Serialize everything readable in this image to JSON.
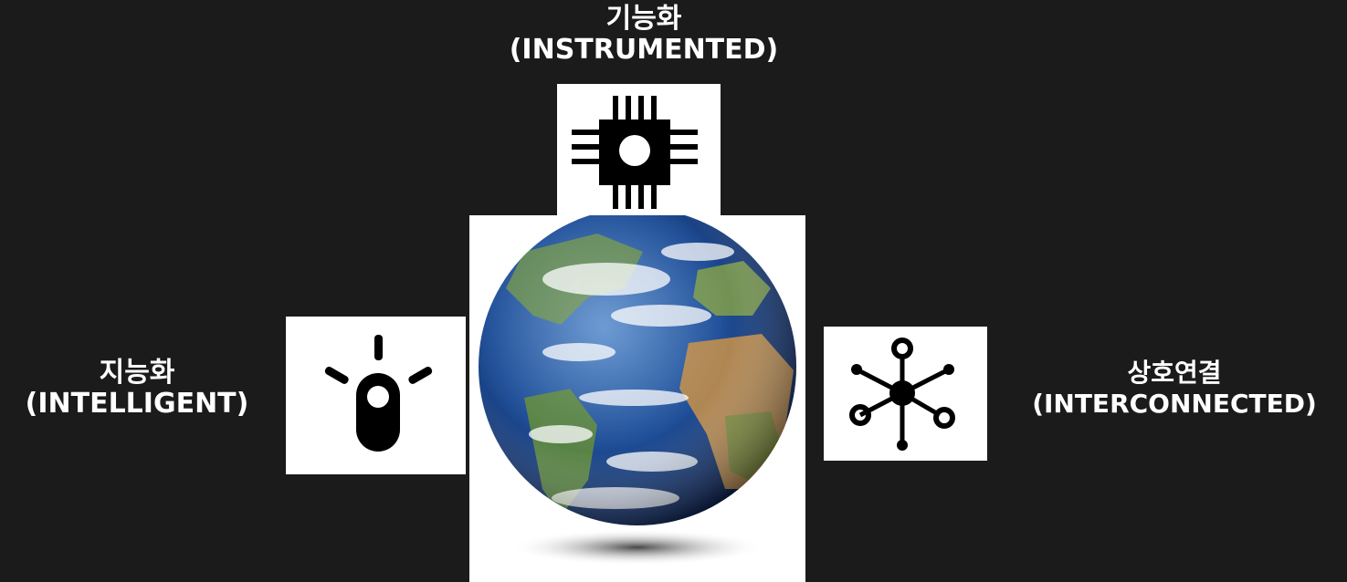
{
  "top_right_partial": "",
  "labels": {
    "instrumented": {
      "korean": "기능화",
      "english": "(INSTRUMENTED)"
    },
    "intelligent": {
      "korean": "지능화",
      "english": "(INTELLIGENT)"
    },
    "interconnected": {
      "korean": "상호연결",
      "english": "(INTERCONNECTED)"
    }
  },
  "icons": {
    "instrumented": "chip-icon",
    "intelligent": "light-bulb-icon",
    "interconnected": "network-hub-icon",
    "center": "earth-globe"
  },
  "colors": {
    "background": "#1b1b1b",
    "text": "#ffffff",
    "icon_fill": "#000000",
    "panel": "#ffffff"
  }
}
